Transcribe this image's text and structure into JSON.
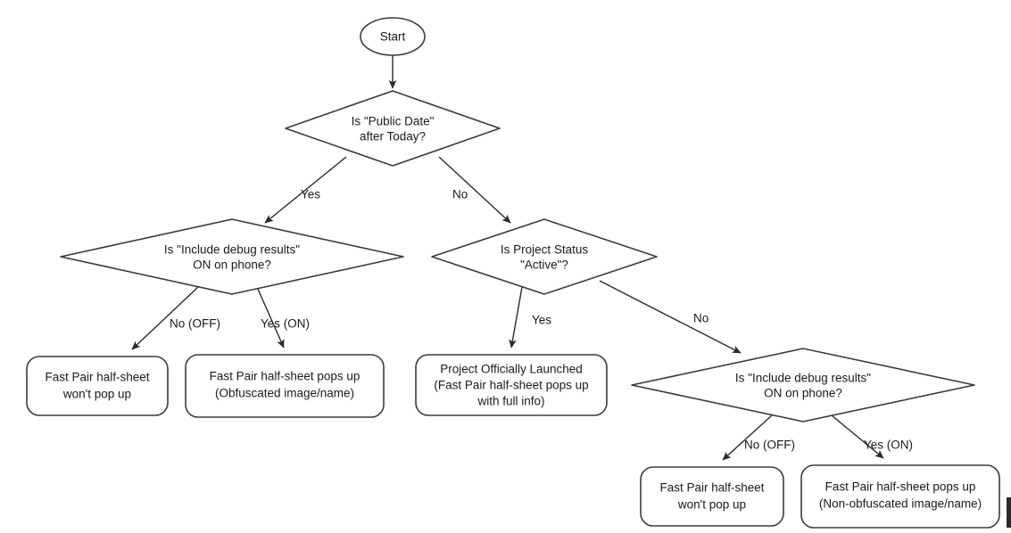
{
  "diagram": {
    "title": "Fast Pair half-sheet behavior decision flow",
    "type": "flowchart",
    "stroke_color": "#3b3b3b",
    "text_color": "#1a1a1a",
    "background_color": "#ffffff"
  },
  "nodes": {
    "start": {
      "label": "Start",
      "shape": "ellipse"
    },
    "d1": {
      "line1": "Is \"Public Date\"",
      "line2": "after Today?",
      "shape": "diamond"
    },
    "d2": {
      "line1": "Is \"Include debug results\"",
      "line2": "ON on phone?",
      "shape": "diamond"
    },
    "d3": {
      "line1": "Is Project Status",
      "line2": "\"Active\"?",
      "shape": "diamond"
    },
    "d4": {
      "line1": "Is \"Include debug results\"",
      "line2": "ON on phone?",
      "shape": "diamond"
    },
    "b1": {
      "line1": "Fast Pair half-sheet",
      "line2": "won't pop up",
      "shape": "rounded-rect"
    },
    "b2": {
      "line1": "Fast Pair half-sheet pops up",
      "line2": "(Obfuscated image/name)",
      "shape": "rounded-rect"
    },
    "b3": {
      "line1": "Project Officially Launched",
      "line2": "(Fast Pair half-sheet pops up",
      "line3": "with full info)",
      "shape": "rounded-rect"
    },
    "b4": {
      "line1": "Fast Pair half-sheet",
      "line2": "won't pop up",
      "shape": "rounded-rect"
    },
    "b5": {
      "line1": "Fast Pair half-sheet pops up",
      "line2": "(Non-obfuscated image/name)",
      "shape": "rounded-rect"
    }
  },
  "edges": {
    "start_to_d1": {
      "label": ""
    },
    "d1_to_d2": {
      "label": "Yes"
    },
    "d1_to_d3": {
      "label": "No"
    },
    "d2_to_b1": {
      "label": "No (OFF)"
    },
    "d2_to_b2": {
      "label": "Yes (ON)"
    },
    "d3_to_b3": {
      "label": "Yes"
    },
    "d3_to_d4": {
      "label": "No"
    },
    "d4_to_b4": {
      "label": "No (OFF)"
    },
    "d4_to_b5": {
      "label": "Yes (ON)"
    }
  }
}
